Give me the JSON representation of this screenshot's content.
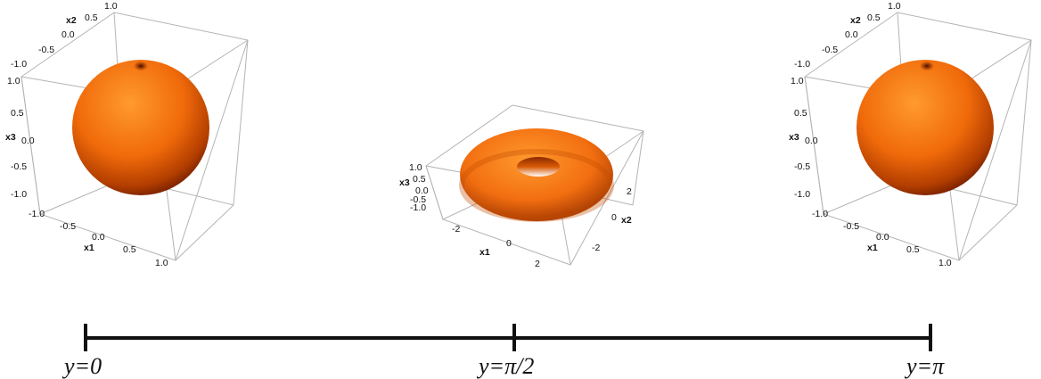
{
  "panels": [
    {
      "shape": "sphere",
      "x1_ticks": [
        "-1.0",
        "-0.5",
        "0.0",
        "0.5",
        "1.0"
      ],
      "x2_ticks": [
        "-1.0",
        "-0.5",
        "0.0",
        "0.5",
        "1.0"
      ],
      "x3_ticks": [
        "1.0",
        "0.5",
        "0.0",
        "-0.5",
        "-1.0"
      ],
      "x1_label": "x1",
      "x2_label": "x2",
      "x3_label": "x3"
    },
    {
      "shape": "torus",
      "x1_ticks": [
        "-2",
        "0",
        "2"
      ],
      "x2_ticks": [
        "2",
        "0",
        "-2"
      ],
      "x3_ticks": [
        "1.0",
        "0.5",
        "0.0",
        "-0.5",
        "-1.0"
      ],
      "x1_label": "x1",
      "x2_label": "x2",
      "x3_label": "x3"
    },
    {
      "shape": "sphere",
      "x1_ticks": [
        "-1.0",
        "-0.5",
        "0.0",
        "0.5",
        "1.0"
      ],
      "x2_ticks": [
        "-1.0",
        "-0.5",
        "0.0",
        "0.5",
        "1.0"
      ],
      "x3_ticks": [
        "1.0",
        "0.5",
        "0.0",
        "-0.5",
        "-1.0"
      ],
      "x1_label": "x1",
      "x2_label": "x2",
      "x3_label": "x3"
    }
  ],
  "timeline": {
    "labels": [
      "y=0",
      "y=π/2",
      "y=π"
    ]
  },
  "colors": {
    "surface_light": "#ff8c1a",
    "surface_mid": "#e65c00",
    "surface_dark": "#7a2000",
    "box": "#b4b4b4",
    "timeline": "#111111"
  }
}
